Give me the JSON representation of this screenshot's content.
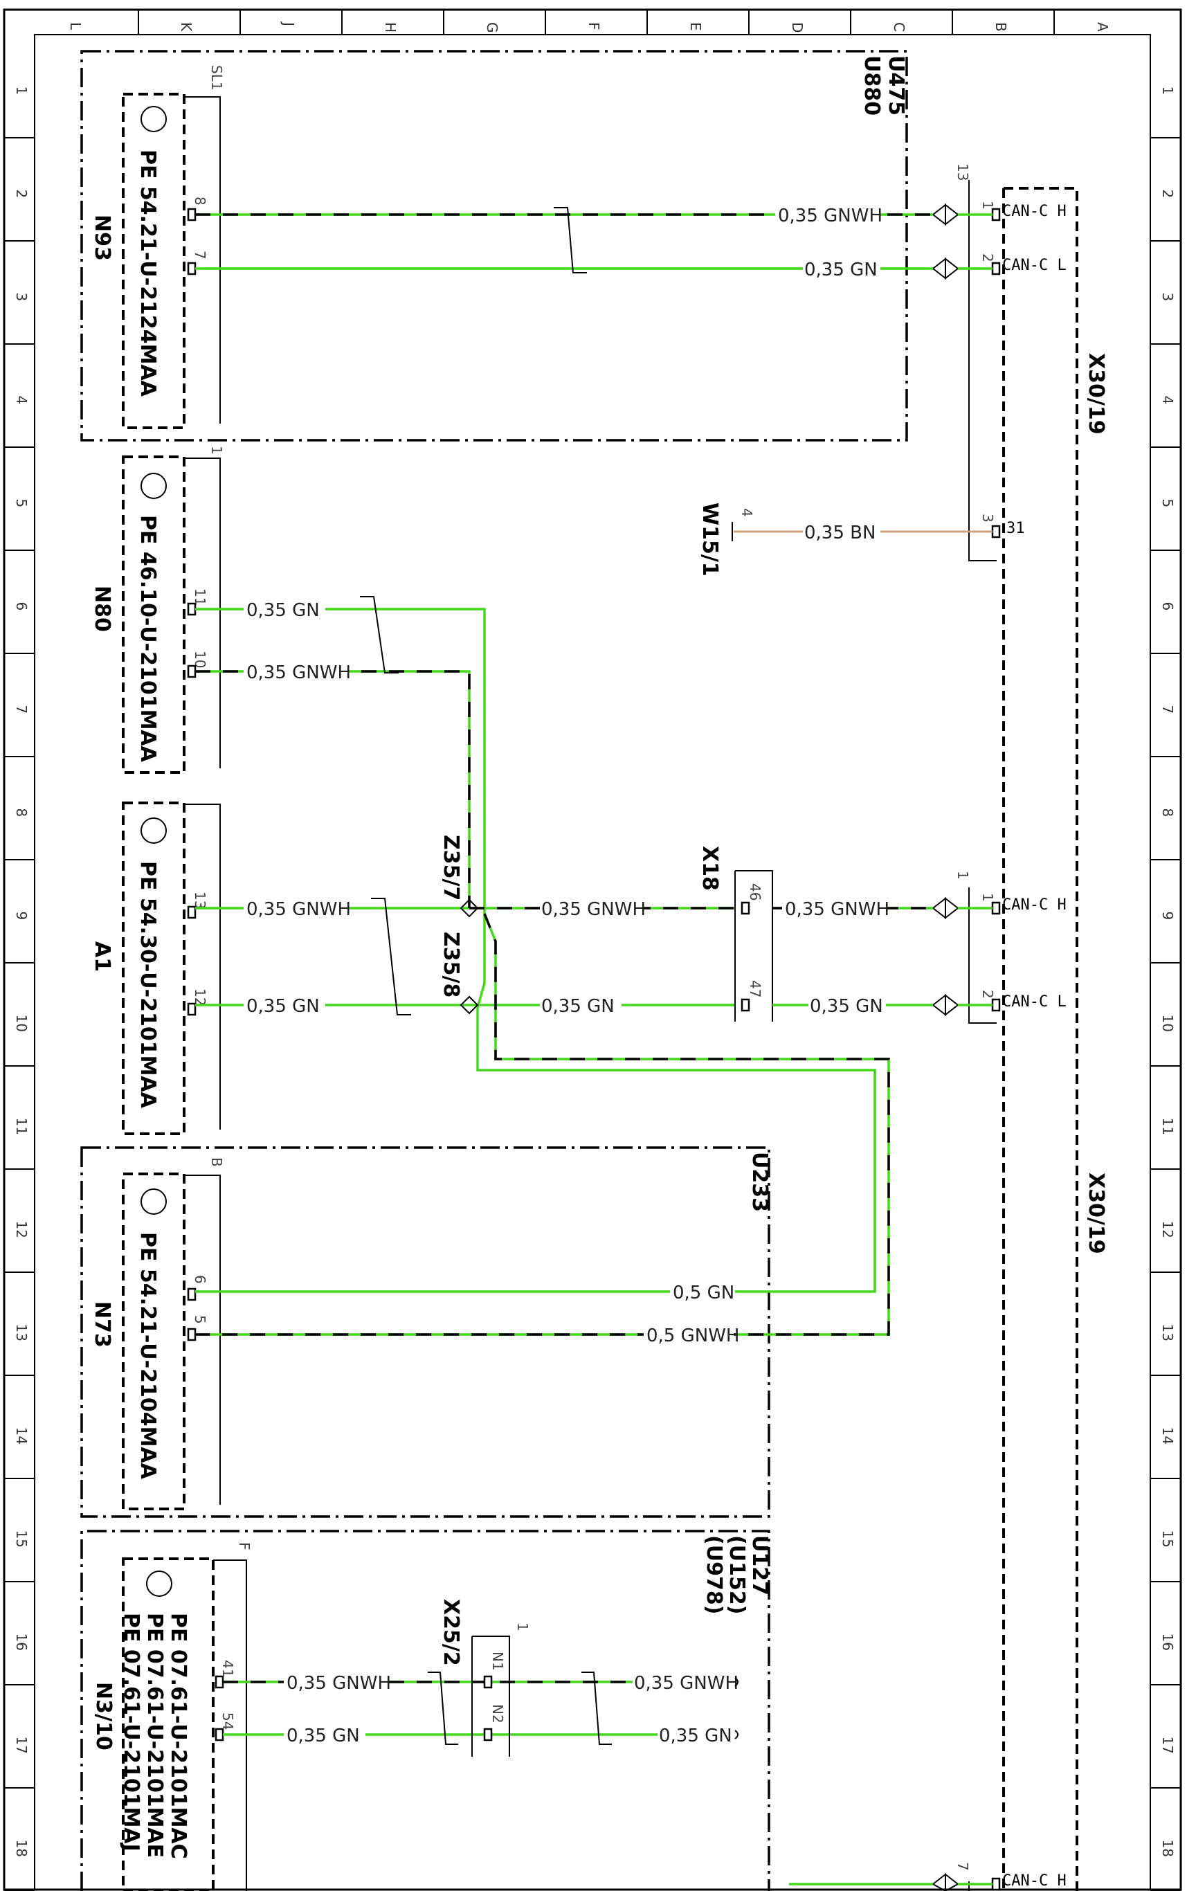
{
  "grid": {
    "columns": [
      "L",
      "K",
      "J",
      "H",
      "G",
      "F",
      "E",
      "D",
      "C",
      "B",
      "A"
    ],
    "rows": [
      "1",
      "2",
      "3",
      "4",
      "5",
      "6",
      "7",
      "8",
      "9",
      "10",
      "11",
      "12",
      "13",
      "14",
      "15",
      "16",
      "17",
      "18"
    ]
  },
  "modules": {
    "n93": {
      "name": "N93",
      "part": "PE 54.21-U-2124MAA",
      "connector": "SL1",
      "pin_a": "8",
      "pin_b": "7"
    },
    "n80": {
      "name": "N80",
      "part": "PE 46.10-U-2101MAA",
      "connector": "1",
      "pin_a": "11",
      "pin_b": "10"
    },
    "a1": {
      "name": "A1",
      "part": "PE 54.30-U-2101MAA",
      "pin_a": "13",
      "pin_b": "12"
    },
    "n73": {
      "name": "N73",
      "part": "PE 54.21-U-2104MAA",
      "connector": "B",
      "pin_a": "6",
      "pin_b": "5"
    },
    "n310": {
      "name": "N3/10",
      "part1": "PE 07.61-U-2101MAC",
      "part2": "PE 07.61-U-2101MAE",
      "part3": "PE 07.61-U-2101MAJ",
      "connector": "F",
      "pin_a": "41",
      "pin_b": "54"
    }
  },
  "variants": {
    "top": "U475",
    "top2": "U880",
    "mid": "U233",
    "bot1": "U127",
    "bot2": "(U152)",
    "bot3": "(U978)"
  },
  "connectors": {
    "x3019_top": "X30/19",
    "x3019_bot": "X30/19",
    "x18": "X18",
    "x252": "X25/2",
    "w151": "W15/1",
    "z357": "Z35/7",
    "z358": "Z35/8"
  },
  "x3019": {
    "group1": "13",
    "group2": "1",
    "group3": "7",
    "pin1": "1",
    "pin2": "2",
    "pin3": "3",
    "can_h": "CAN-C H",
    "can_l": "CAN-C L",
    "gnd": "31"
  },
  "x18": {
    "pin1": "46",
    "pin2": "47"
  },
  "x252": {
    "group": "1",
    "pin1": "N1",
    "pin2": "N2"
  },
  "w151": {
    "pin": "4"
  },
  "wires": {
    "w_gnwh_035": "0,35 GNWH",
    "w_gn_035": "0,35 GN",
    "w_bn_035": "0,35 BN",
    "w_gn_05": "0,5 GN",
    "w_gnwh_05": "0,5 GNWH"
  },
  "colors": {
    "wire_green": "#44d81c",
    "wire_brown": "#c9a27a",
    "line": "#000000"
  }
}
